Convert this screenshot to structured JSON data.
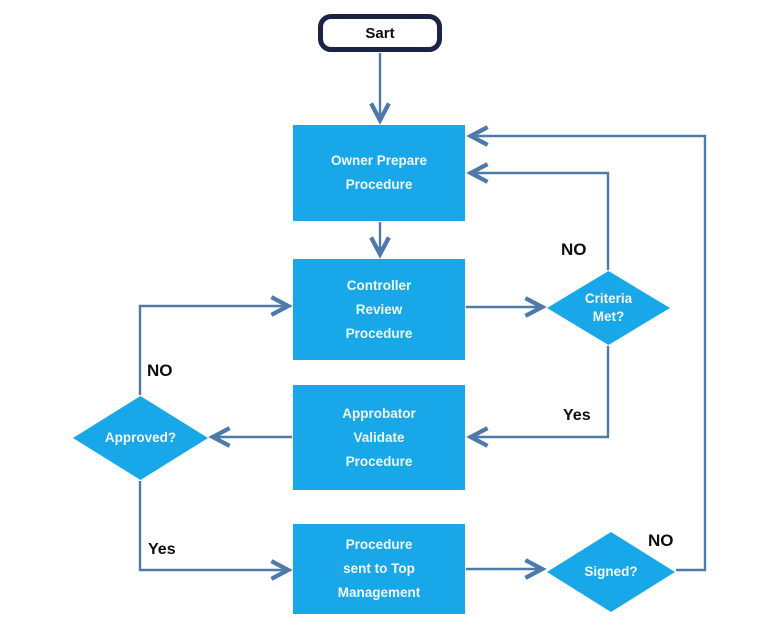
{
  "flowchart": {
    "start": {
      "label": "Sart"
    },
    "boxes": [
      {
        "id": "owner-prepare",
        "lines": [
          "Owner Prepare",
          "Procedure"
        ]
      },
      {
        "id": "controller-review",
        "lines": [
          "Controller",
          "Review",
          "Procedure"
        ]
      },
      {
        "id": "approbator-validate",
        "lines": [
          "Approbator",
          "Validate",
          "Procedure"
        ]
      },
      {
        "id": "top-management",
        "lines": [
          "Procedure",
          "sent to Top",
          "Management"
        ]
      }
    ],
    "decisions": [
      {
        "id": "criteria-met",
        "lines": [
          "Criteria",
          "Met?"
        ]
      },
      {
        "id": "approved",
        "lines": [
          "Approved?"
        ]
      },
      {
        "id": "signed",
        "lines": [
          "Signed?"
        ]
      }
    ],
    "edge_labels": [
      {
        "id": "criteria-no",
        "text": "NO"
      },
      {
        "id": "criteria-yes",
        "text": "Yes"
      },
      {
        "id": "approved-no",
        "text": "NO"
      },
      {
        "id": "approved-yes",
        "text": "Yes"
      },
      {
        "id": "signed-no",
        "text": "NO"
      }
    ],
    "colors": {
      "node_fill": "#18a7e8",
      "node_text": "#ffffff",
      "connector": "#4d7aa9",
      "start_border": "#1b2347",
      "label_text": "#0e0e0e",
      "background": "#ffffff"
    }
  }
}
